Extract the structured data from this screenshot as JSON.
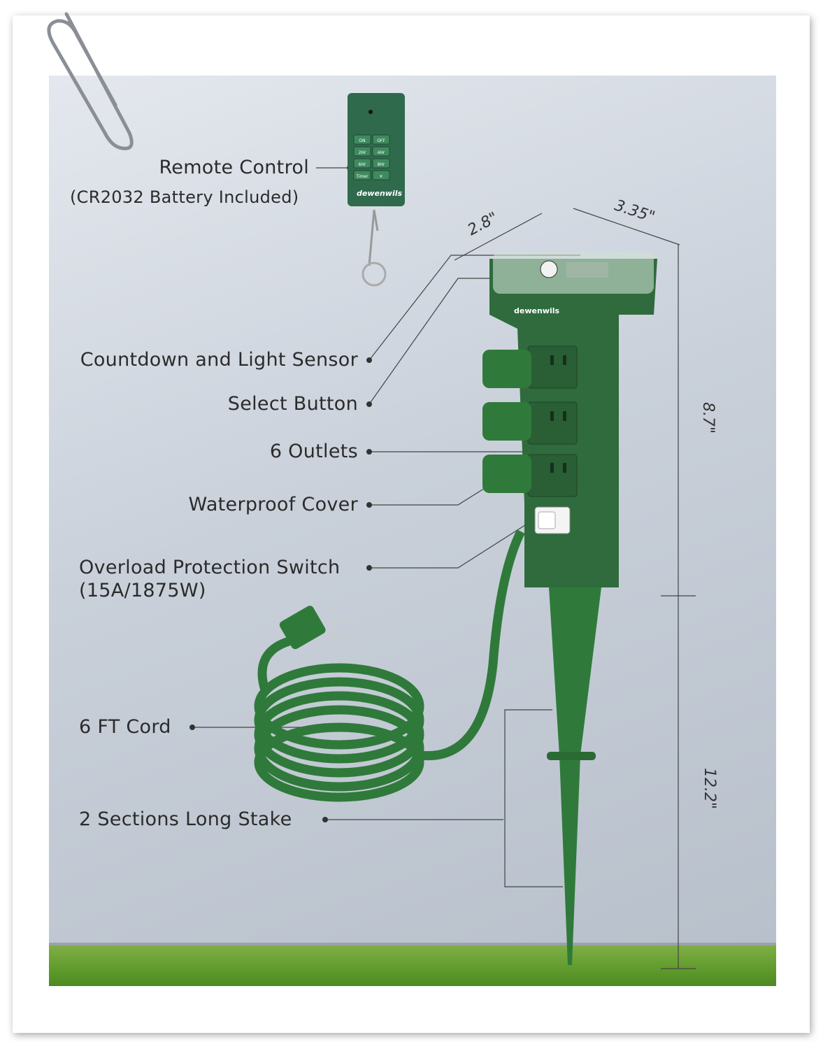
{
  "brand": "dewenwils",
  "remote": {
    "label": "Remote Control",
    "sublabel": "(CR2032 Battery Included)",
    "buttons": [
      "ON",
      "OFF",
      "2Hr",
      "4Hr",
      "6Hr",
      "8Hr",
      "Timer",
      "light-icon"
    ]
  },
  "callouts": {
    "sensor": "Countdown and Light Sensor",
    "select": "Select Button",
    "outlets": "6 Outlets",
    "cover": "Waterproof Cover",
    "switch_line1": "Overload Protection Switch",
    "switch_line2": "(15A/1875W)",
    "cord": "6 FT Cord",
    "stake": "2 Sections Long Stake"
  },
  "dimensions": {
    "depth": "2.8\"",
    "width": "3.35\"",
    "body_height": "8.7\"",
    "stake_height": "12.2\""
  },
  "colors": {
    "product_green": "#2f6b3c",
    "cord_green": "#2f7a3a",
    "text": "#2b2b2b",
    "grass": "#5f9a2c"
  }
}
